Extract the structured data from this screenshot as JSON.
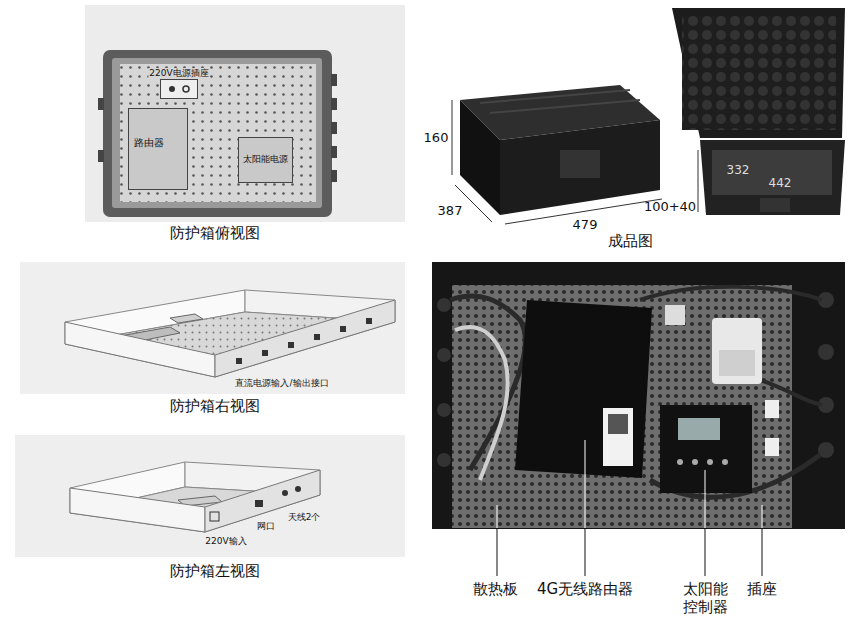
{
  "diagram": {
    "nodes": [
      {
        "text": [
          "220V电源插座"
        ]
      },
      {
        "text": [
          "路由器"
        ]
      },
      {
        "text": [
          "太阳能电源"
        ]
      }
    ],
    "labels": [
      "防护箱俯视图",
      "160",
      "387",
      "479",
      "332",
      "442",
      "100+40",
      "成品图",
      "直流电源输入/输出接口",
      "防护箱右视图",
      "220V输入",
      "网口",
      "天线2个",
      "防护箱左视图",
      "散热板",
      "4G无线路由器",
      "太阳能 控制器",
      "插座"
    ]
  }
}
